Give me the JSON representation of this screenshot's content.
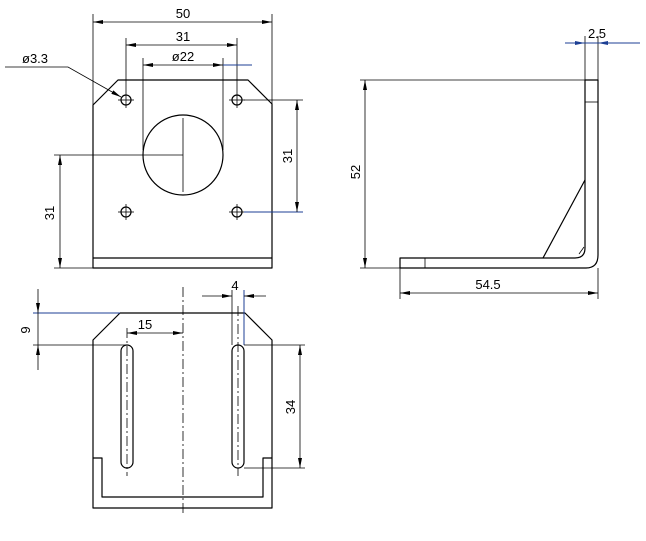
{
  "colors": {
    "line": "#000000",
    "accent": "#1c3f94",
    "background": "#ffffff"
  },
  "front_view": {
    "overall_width": "50",
    "hole_spacing_horizontal": "31",
    "bore_diameter": "ø22",
    "hole_diameter": "ø3.3",
    "hole_spacing_vertical": "31",
    "bore_center_height": "31"
  },
  "side_view": {
    "height": "52",
    "thickness": "2.5",
    "depth": "54.5"
  },
  "bottom_view": {
    "slot_width": "4",
    "slot_offset": "15",
    "slot_start": "9",
    "slot_length": "34"
  }
}
